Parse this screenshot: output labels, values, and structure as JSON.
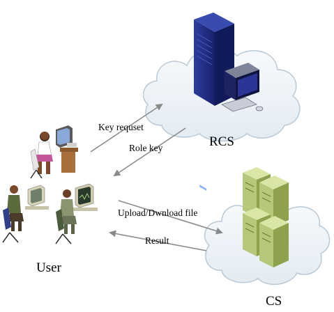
{
  "nodes": {
    "rcs": {
      "label": "RCS"
    },
    "cs": {
      "label": "CS"
    },
    "user": {
      "label": "User"
    }
  },
  "edges": {
    "key_request": {
      "label": "Key requset"
    },
    "role_key": {
      "label": "Role key"
    },
    "upload_download": {
      "label": "Upload/Dwnload file"
    },
    "result": {
      "label": "Result"
    }
  },
  "colors": {
    "cloud_fill": "#eef3f7",
    "cloud_stroke": "#b9c9d6",
    "rcs_server": "#1e2a7a",
    "cs_server": "#b6c97a",
    "arrow": "#8a8a8a"
  }
}
